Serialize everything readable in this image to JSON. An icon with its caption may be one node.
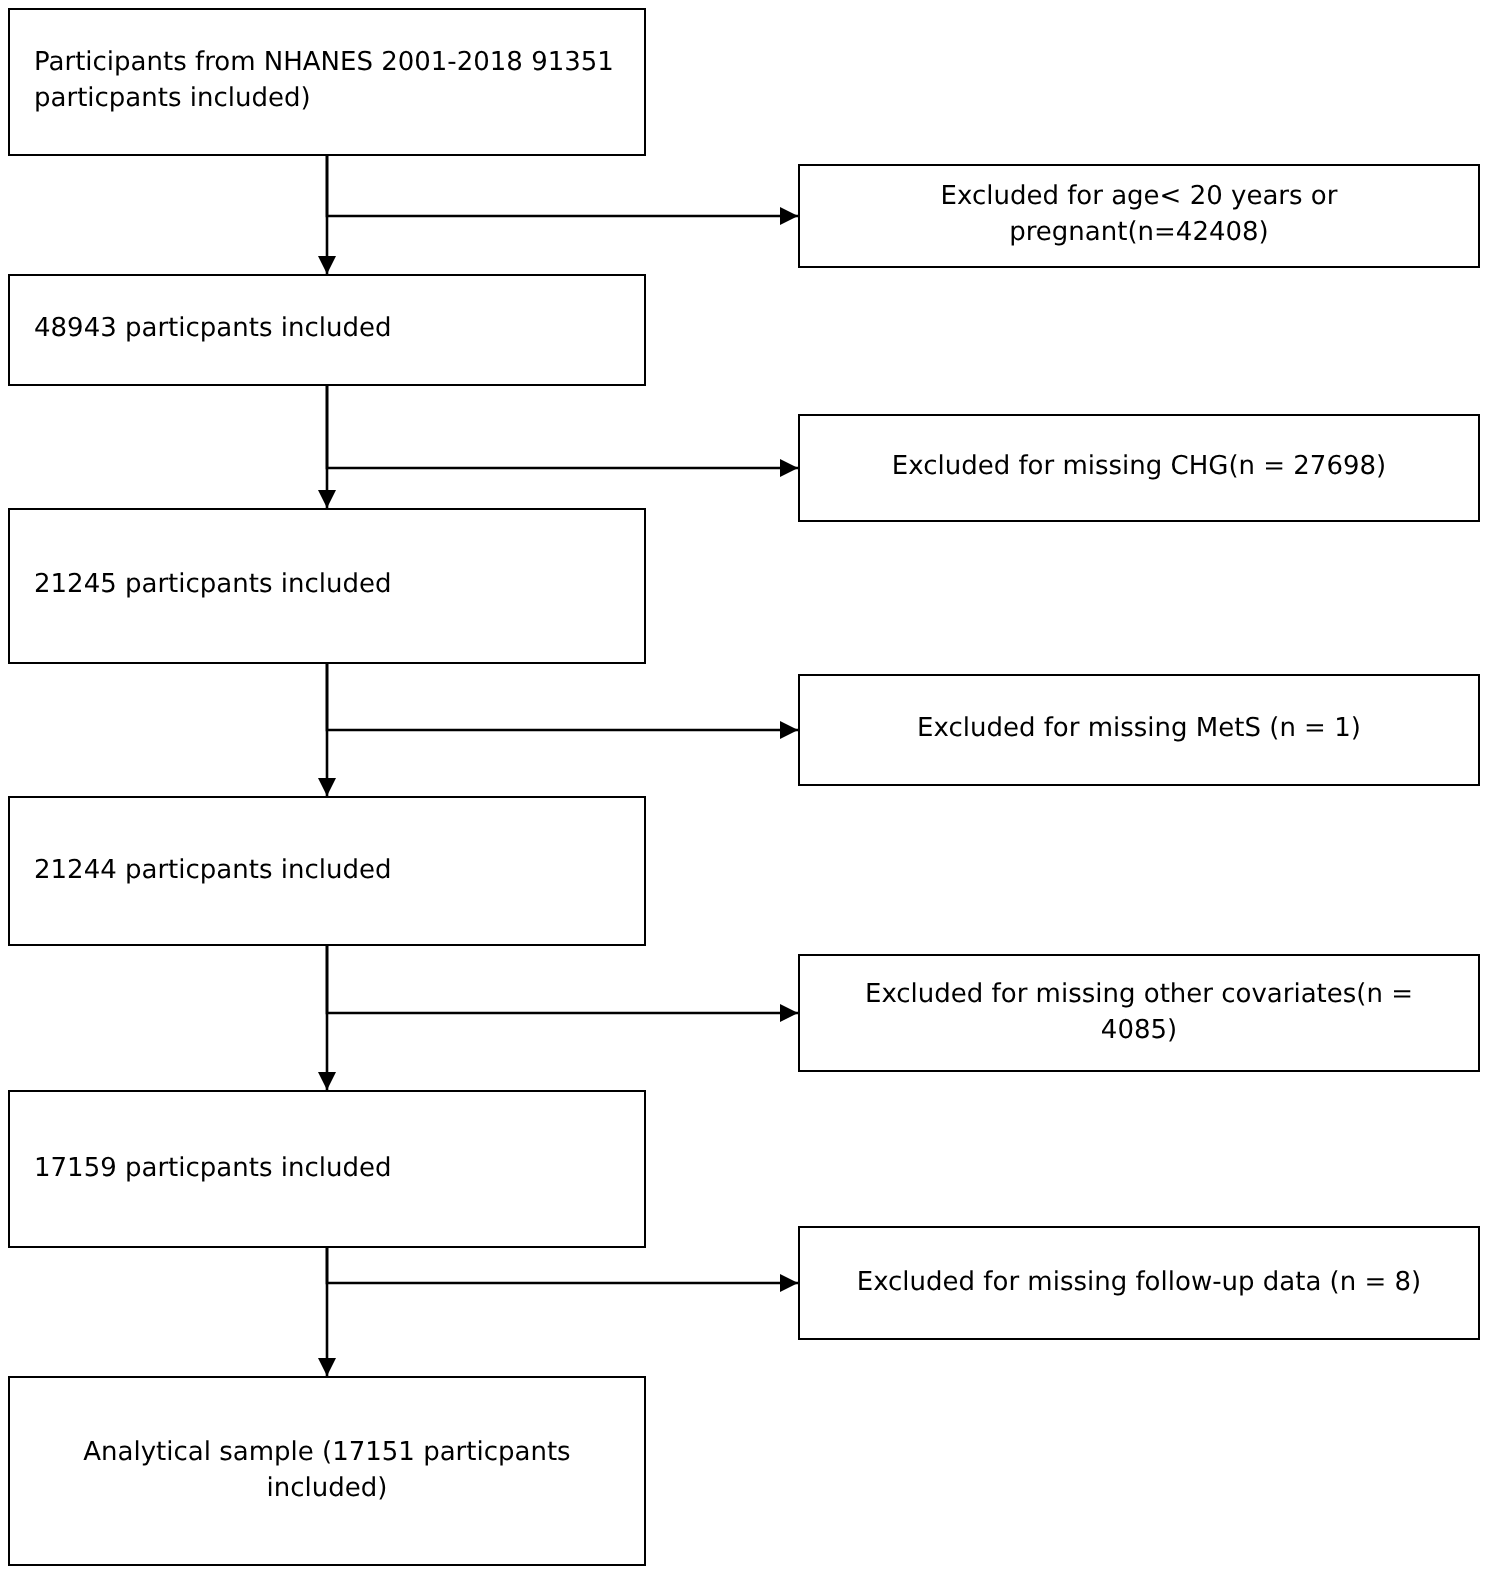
{
  "diagram": {
    "nodes": [
      {
        "text": [
          "Participants from NHANES 2001-2018 91351 particpants included)"
        ]
      },
      {
        "text": [
          "Excluded for age< 20 years or pregnant(n=42408)"
        ]
      },
      {
        "text": [
          "48943 particpants included"
        ]
      },
      {
        "text": [
          "Excluded for missing CHG(n = 27698)"
        ]
      },
      {
        "text": [
          "21245 particpants included"
        ]
      },
      {
        "text": [
          "Excluded for missing MetS (n = 1)"
        ]
      },
      {
        "text": [
          "21244 particpants included"
        ]
      },
      {
        "text": [
          "Excluded for missing other covariates(n = 4085)"
        ]
      },
      {
        "text": [
          "17159 particpants included"
        ]
      },
      {
        "text": [
          "Excluded for missing follow-up data (n = 8)"
        ]
      },
      {
        "text": [
          "Analytical sample (17151 particpants included)"
        ]
      }
    ],
    "edges": [
      {
        "from": 0,
        "to": 2,
        "arrow": "to"
      },
      {
        "from": 0,
        "to": 1,
        "arrow": "to"
      },
      {
        "from": 2,
        "to": 4,
        "arrow": "to"
      },
      {
        "from": 2,
        "to": 3,
        "arrow": "to"
      },
      {
        "from": 4,
        "to": 6,
        "arrow": "to"
      },
      {
        "from": 4,
        "to": 5,
        "arrow": "to"
      },
      {
        "from": 6,
        "to": 8,
        "arrow": "to"
      },
      {
        "from": 6,
        "to": 7,
        "arrow": "to"
      },
      {
        "from": 8,
        "to": 10,
        "arrow": "to"
      },
      {
        "from": 8,
        "to": 9,
        "arrow": "to"
      }
    ]
  }
}
